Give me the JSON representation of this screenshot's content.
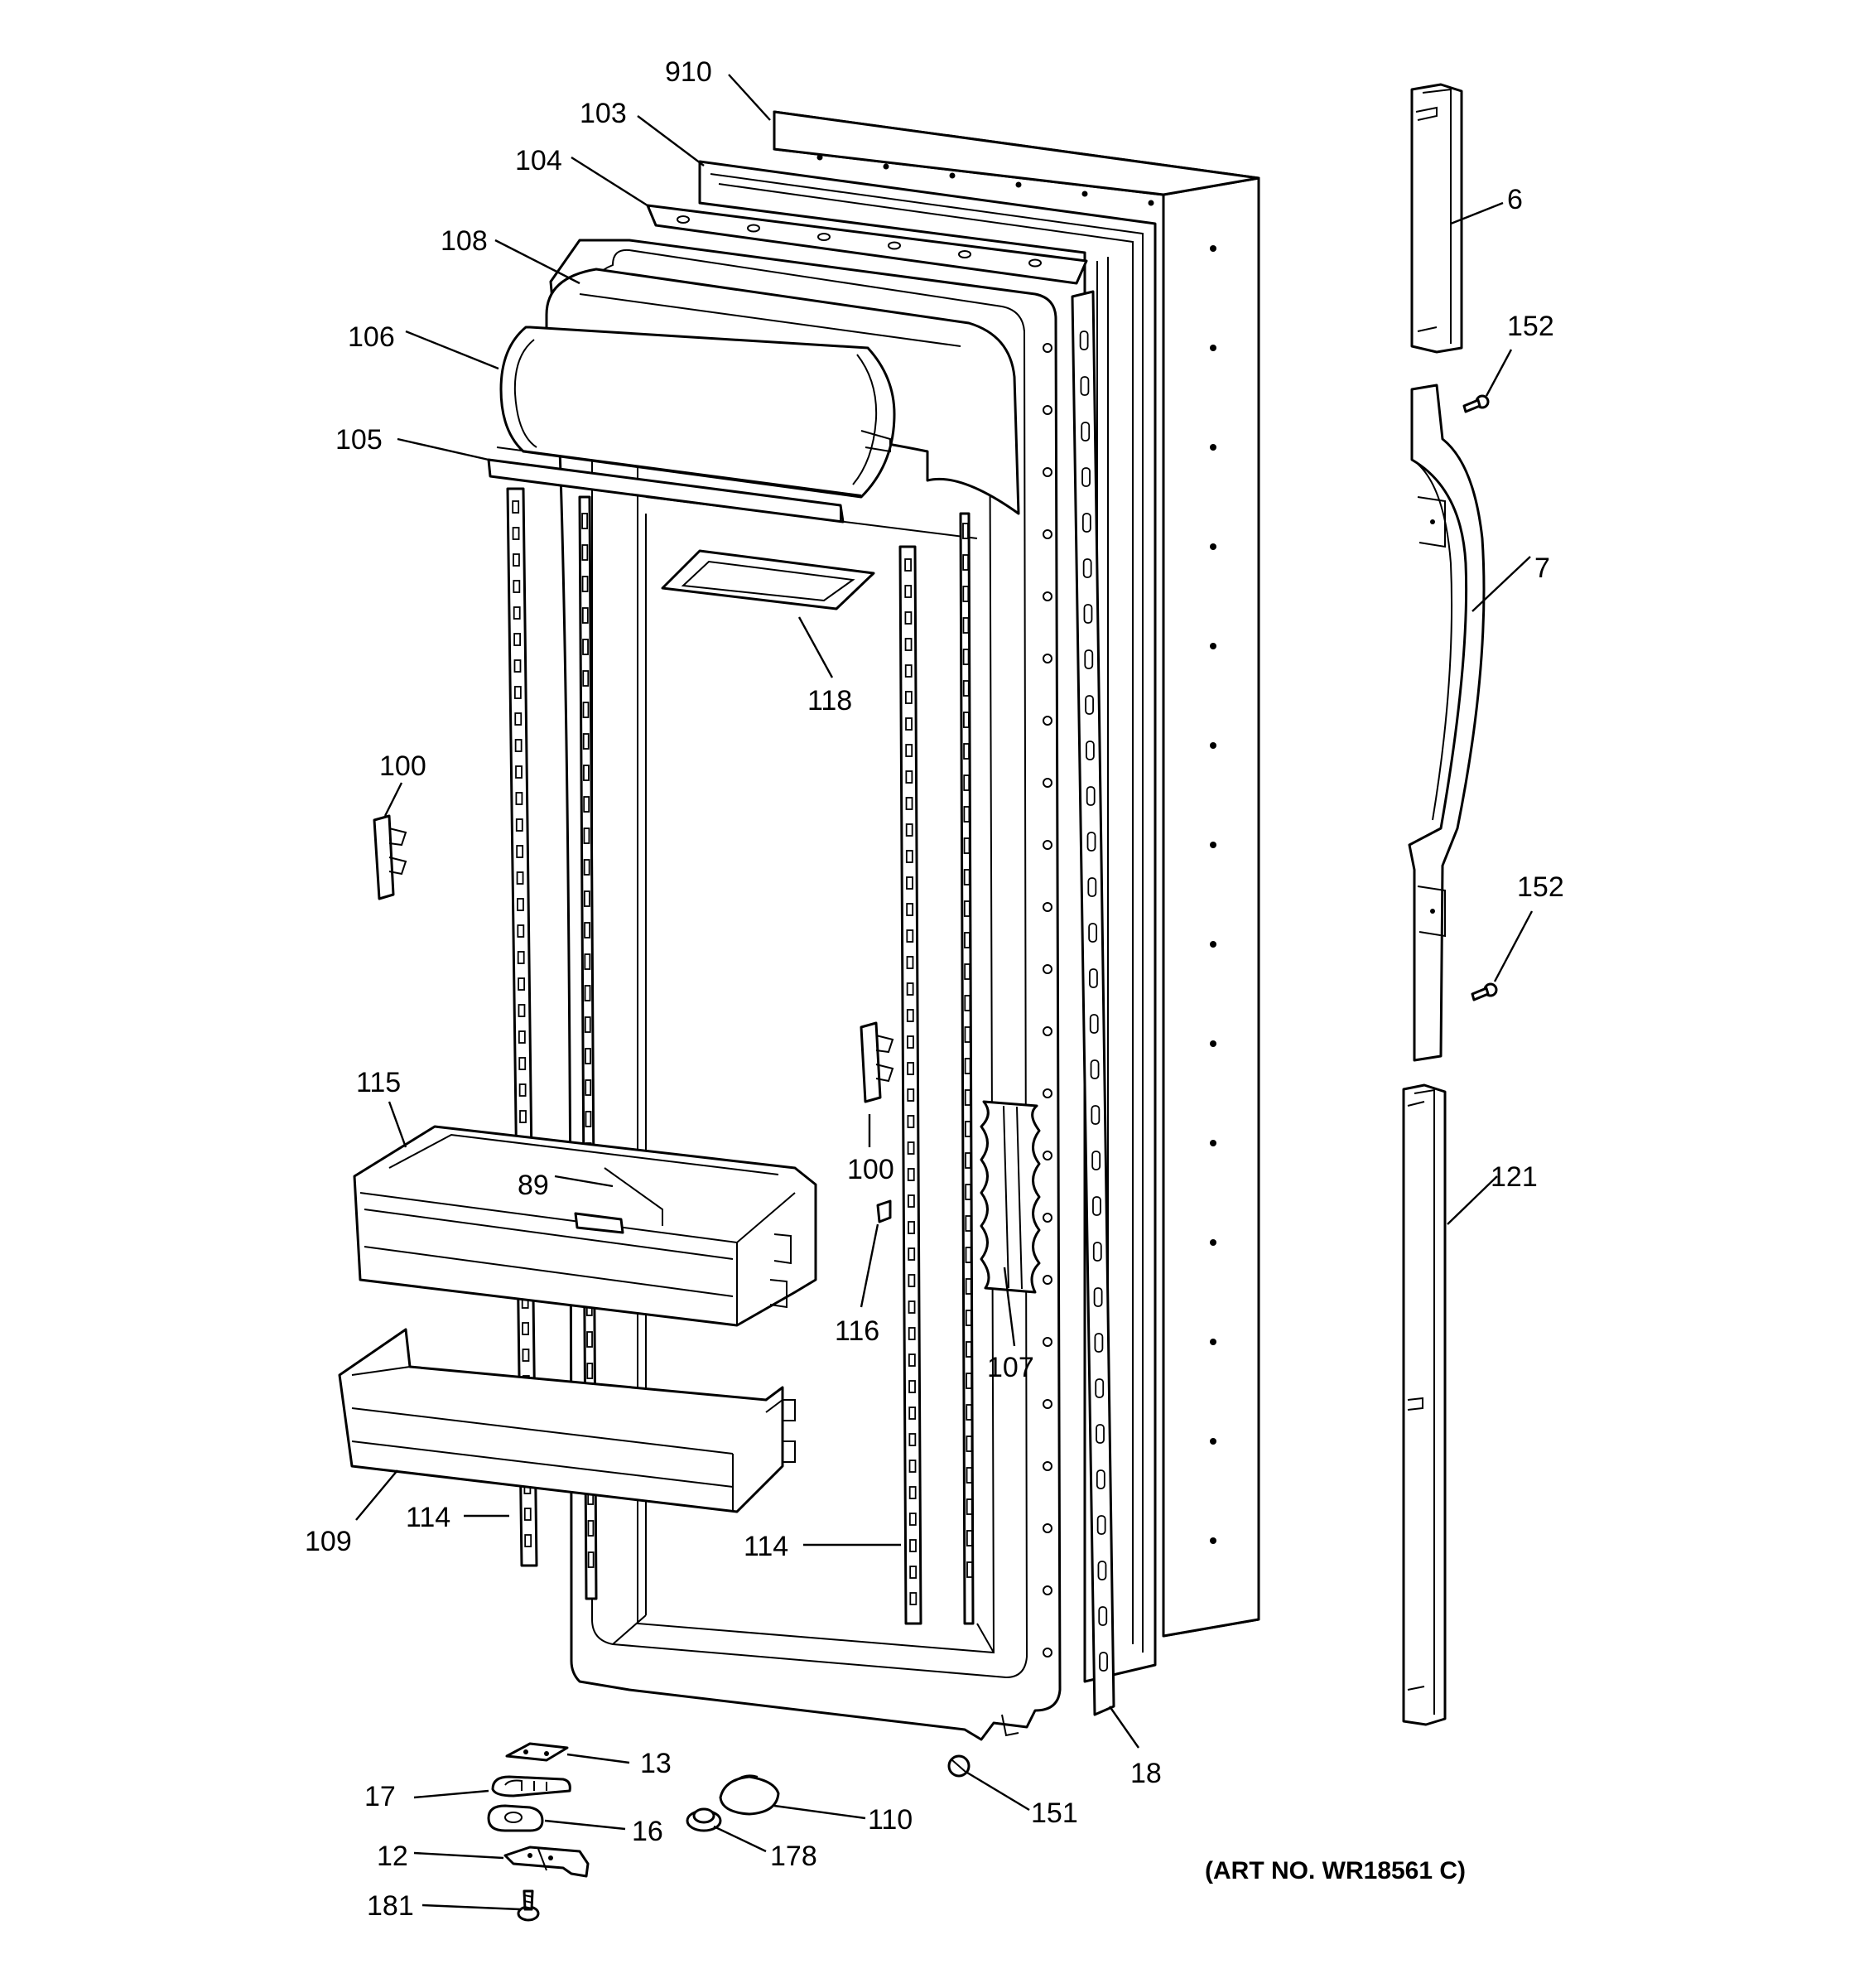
{
  "diagram": {
    "art_number": "(ART NO. WR18561 C)",
    "callouts": [
      {
        "id": "910",
        "text": "910"
      },
      {
        "id": "103",
        "text": "103"
      },
      {
        "id": "104",
        "text": "104"
      },
      {
        "id": "108",
        "text": "108"
      },
      {
        "id": "106",
        "text": "106"
      },
      {
        "id": "105",
        "text": "105"
      },
      {
        "id": "118",
        "text": "118"
      },
      {
        "id": "100a",
        "text": "100"
      },
      {
        "id": "100b",
        "text": "100"
      },
      {
        "id": "115",
        "text": "115"
      },
      {
        "id": "89",
        "text": "89"
      },
      {
        "id": "116",
        "text": "116"
      },
      {
        "id": "107",
        "text": "107"
      },
      {
        "id": "109",
        "text": "109"
      },
      {
        "id": "114a",
        "text": "114"
      },
      {
        "id": "114b",
        "text": "114"
      },
      {
        "id": "18",
        "text": "18"
      },
      {
        "id": "151",
        "text": "151"
      },
      {
        "id": "110",
        "text": "110"
      },
      {
        "id": "178",
        "text": "178"
      },
      {
        "id": "13",
        "text": "13"
      },
      {
        "id": "17",
        "text": "17"
      },
      {
        "id": "16",
        "text": "16"
      },
      {
        "id": "12",
        "text": "12"
      },
      {
        "id": "181",
        "text": "181"
      },
      {
        "id": "6",
        "text": "6"
      },
      {
        "id": "152a",
        "text": "152"
      },
      {
        "id": "7",
        "text": "7"
      },
      {
        "id": "152b",
        "text": "152"
      },
      {
        "id": "121",
        "text": "121"
      }
    ]
  }
}
